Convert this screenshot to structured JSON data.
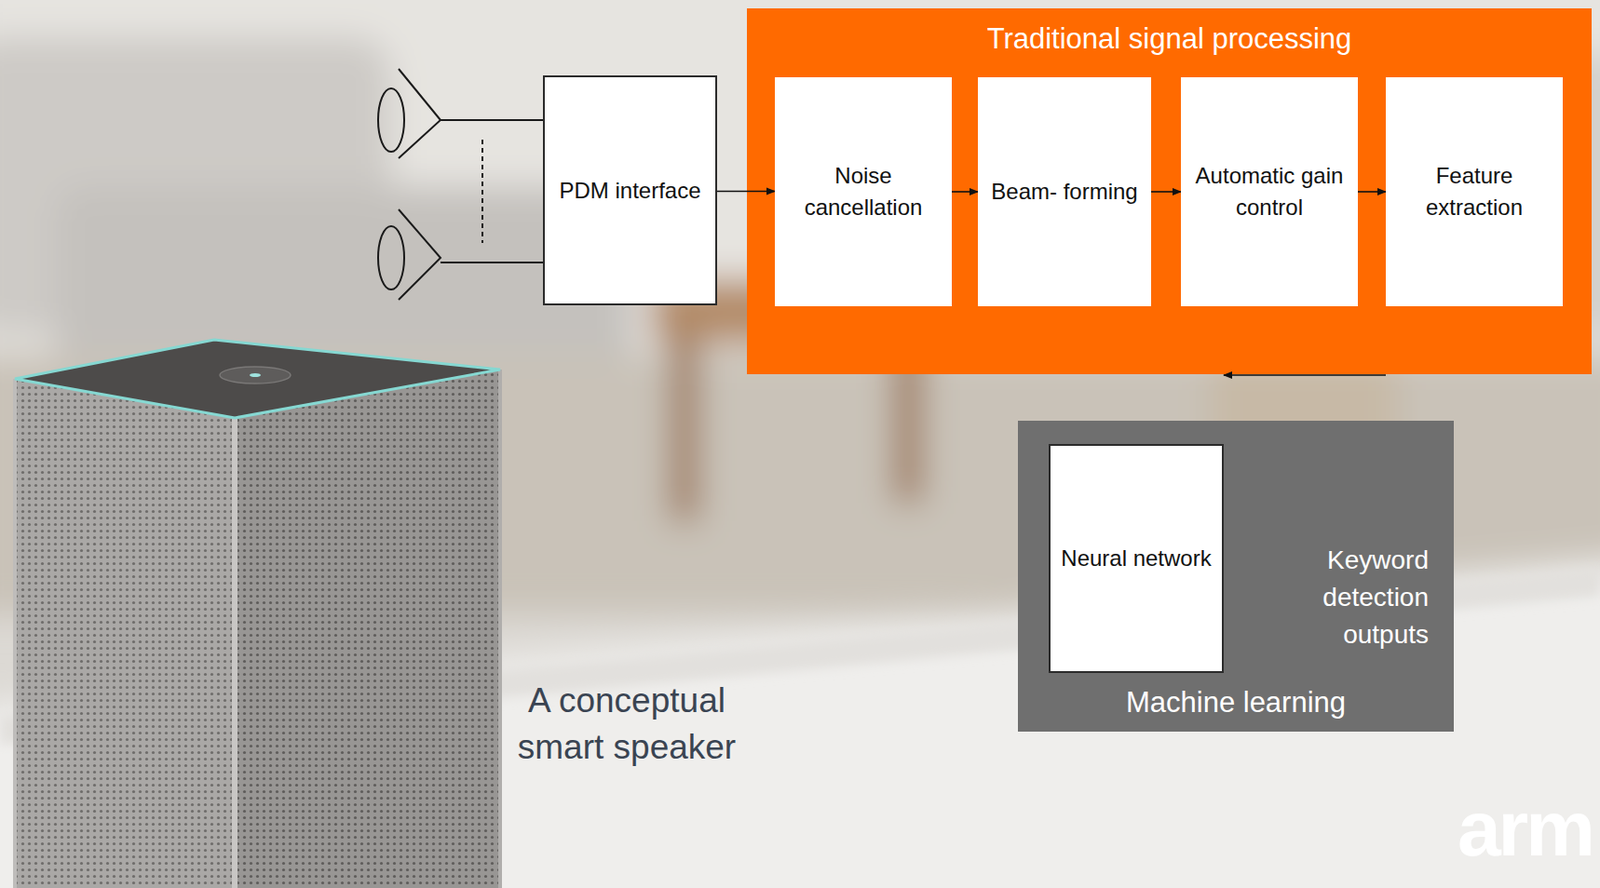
{
  "diagram": {
    "nodes": [
      {
        "text": [
          "PDM interface"
        ]
      },
      {
        "text": [
          "Traditional signal processing"
        ]
      },
      {
        "text": [
          "Noise cancellation"
        ],
        "in": 1
      },
      {
        "text": [
          "Beam- forming"
        ],
        "in": 1
      },
      {
        "text": [
          "Automatic gain control"
        ],
        "in": 1
      },
      {
        "text": [
          "Feature extraction"
        ],
        "in": 1
      },
      {
        "text": [
          "Machine learning"
        ]
      },
      {
        "text": [
          "Neural network"
        ],
        "in": 6
      }
    ],
    "edges": [
      {
        "from": 0,
        "to": 2,
        "arrow": "to"
      },
      {
        "from": 2,
        "to": 3,
        "arrow": "to"
      },
      {
        "from": 3,
        "to": 4,
        "arrow": "to"
      },
      {
        "from": 4,
        "to": 5,
        "arrow": "to"
      },
      {
        "from": 5,
        "to": 7,
        "arrow": "to"
      }
    ],
    "labels": [
      "Keyword detection outputs",
      "A conceptual smart speaker",
      "arm"
    ]
  }
}
